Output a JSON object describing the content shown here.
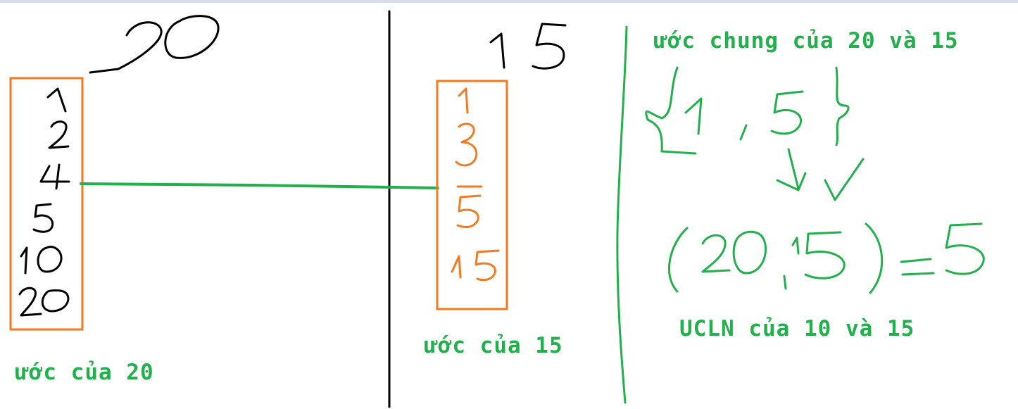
{
  "labels": {
    "divisors_of_20": "ước của 20",
    "divisors_of_15": "ước của 15",
    "common_divisors": "ước chung của 20 và 15",
    "gcd_caption": "UCLN của 10 và 15"
  },
  "handwritten": {
    "left_number": "20",
    "left_divisors": [
      "1",
      "2",
      "4",
      "5",
      "10",
      "20"
    ],
    "right_number": "15",
    "right_divisors": [
      "1",
      "3",
      "5",
      "15"
    ],
    "common_set": "{1, 5}",
    "gcd_expression": "(20, 15) = 5"
  },
  "colors": {
    "ink": "#000000",
    "box": "#f47a20",
    "note": "#21b04b"
  }
}
